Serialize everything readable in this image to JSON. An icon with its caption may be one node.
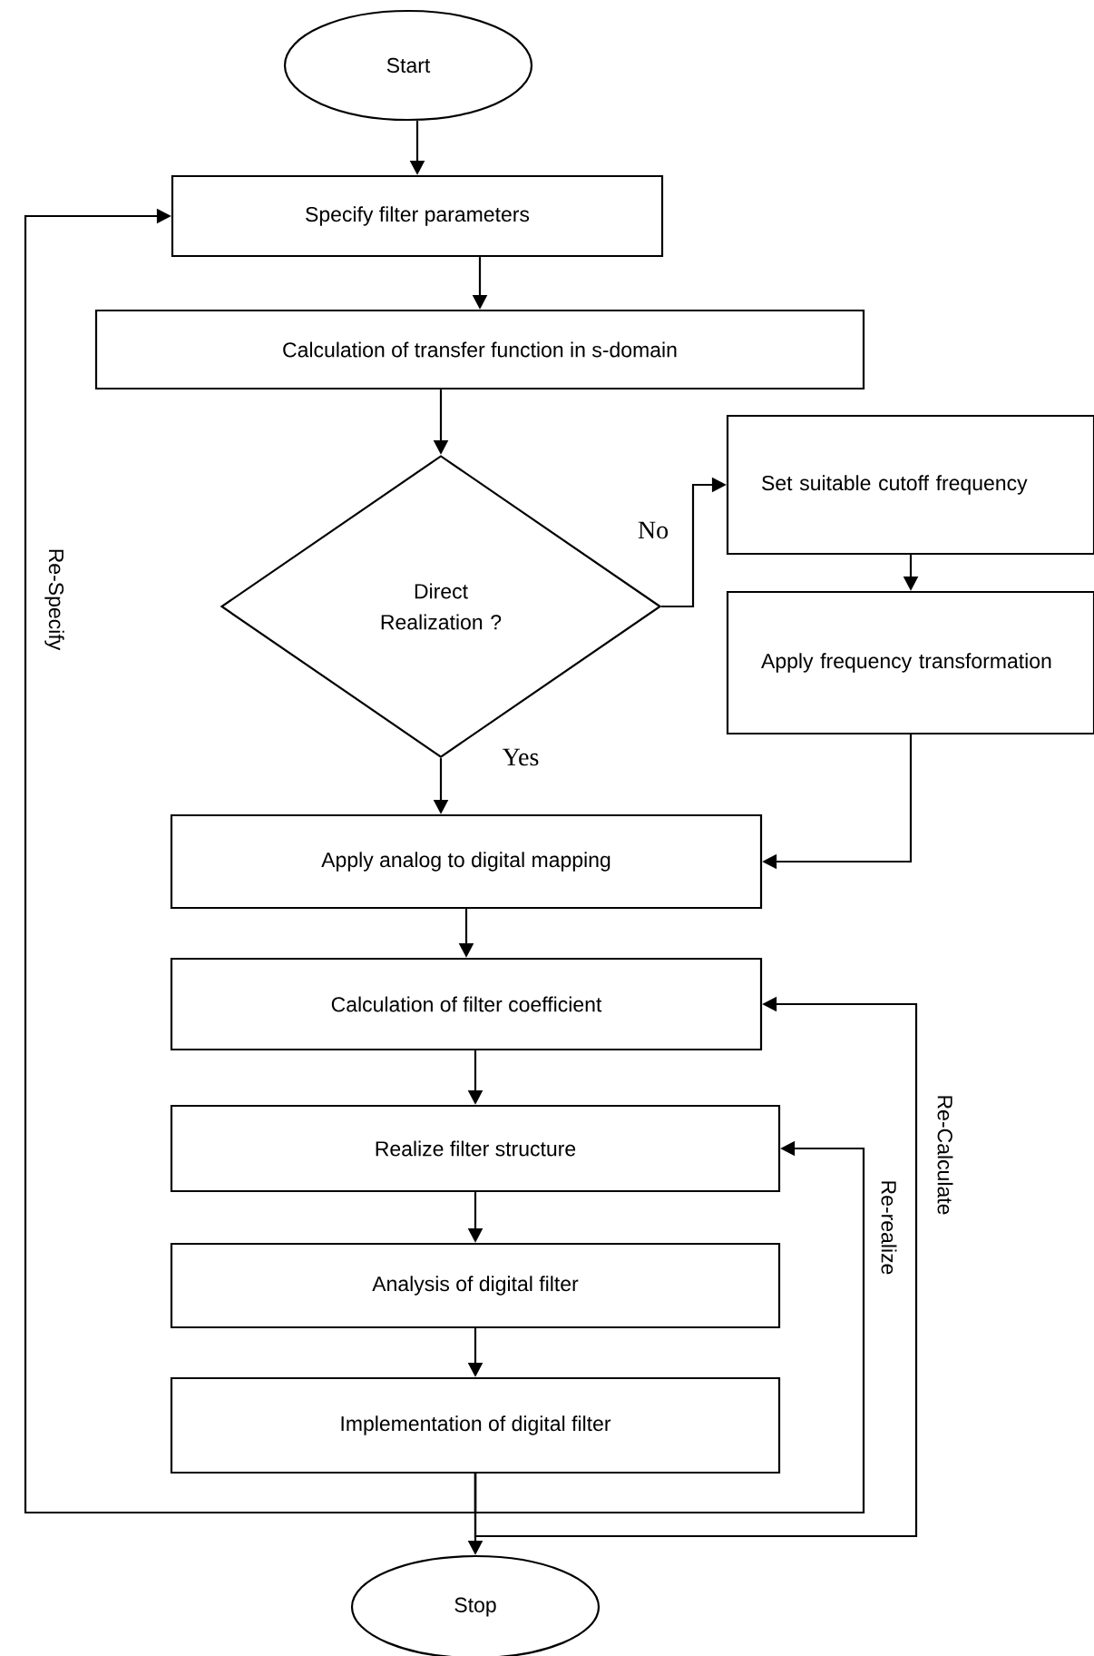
{
  "diagram": {
    "nodes": [
      {
        "text": [
          "Start"
        ]
      },
      {
        "text": [
          "Specify filter parameters"
        ]
      },
      {
        "text": [
          "Calculation of transfer function in s-domain"
        ]
      },
      {
        "text": [
          "Direct Realization ?"
        ]
      },
      {
        "text": [
          "Set suitable cutoff frequency"
        ]
      },
      {
        "text": [
          "Apply frequency transformation"
        ]
      },
      {
        "text": [
          "Apply analog to digital mapping"
        ]
      },
      {
        "text": [
          "Calculation of filter coefficient"
        ]
      },
      {
        "text": [
          "Realize filter structure"
        ]
      },
      {
        "text": [
          "Analysis of digital filter"
        ]
      },
      {
        "text": [
          "Implementation of digital filter"
        ]
      },
      {
        "text": [
          "Stop"
        ]
      }
    ],
    "edges": [
      {
        "from": 0,
        "to": 1,
        "arrow": "to"
      },
      {
        "from": 1,
        "to": 2,
        "arrow": "to"
      },
      {
        "from": 2,
        "to": 3,
        "arrow": "to"
      },
      {
        "from": 3,
        "to": 4,
        "arrow": "to",
        "label": "No"
      },
      {
        "from": 4,
        "to": 5,
        "arrow": "to"
      },
      {
        "from": 3,
        "to": 6,
        "arrow": "to",
        "label": "Yes"
      },
      {
        "from": 5,
        "to": 6,
        "arrow": "to"
      },
      {
        "from": 6,
        "to": 7,
        "arrow": "to"
      },
      {
        "from": 7,
        "to": 8,
        "arrow": "to"
      },
      {
        "from": 8,
        "to": 9,
        "arrow": "to"
      },
      {
        "from": 9,
        "to": 10,
        "arrow": "to"
      },
      {
        "from": 10,
        "to": 11,
        "arrow": "to"
      },
      {
        "from": 10,
        "to": 1,
        "arrow": "to",
        "label": "Re-Specify"
      },
      {
        "from": 10,
        "to": 8,
        "arrow": "to",
        "label": "Re-realize"
      },
      {
        "from": 10,
        "to": 7,
        "arrow": "to",
        "label": "Re-Calculate"
      }
    ]
  }
}
